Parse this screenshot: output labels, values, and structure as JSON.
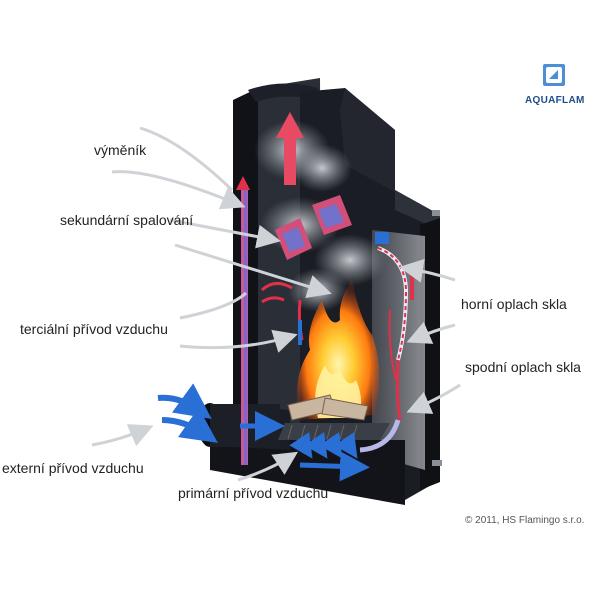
{
  "brand": {
    "name": "AQUAFLAM",
    "copyright": "© 2011, HS Flamingo s.r.o."
  },
  "labels": {
    "exchanger": "výměník",
    "secondary_combustion": "sekundární spalování",
    "tertiary_air": "terciální přívod vzduchu",
    "external_air": "externí přívod vzduchu",
    "primary_air": "primární přívod vzduchu",
    "upper_glass_wash": "horní oplach skla",
    "lower_glass_wash": "spodní oplach skla"
  },
  "colors": {
    "body": "#1a1d24",
    "hot_air": "#e0304a",
    "cold_air": "#2a6fd6",
    "glass_wash": "#b9c8f0",
    "fire": "#ff9a1a",
    "brand": "#1e4d8c"
  },
  "icons": [
    "flame-icon",
    "air-flow-arrow-icon",
    "logo-q-icon"
  ]
}
